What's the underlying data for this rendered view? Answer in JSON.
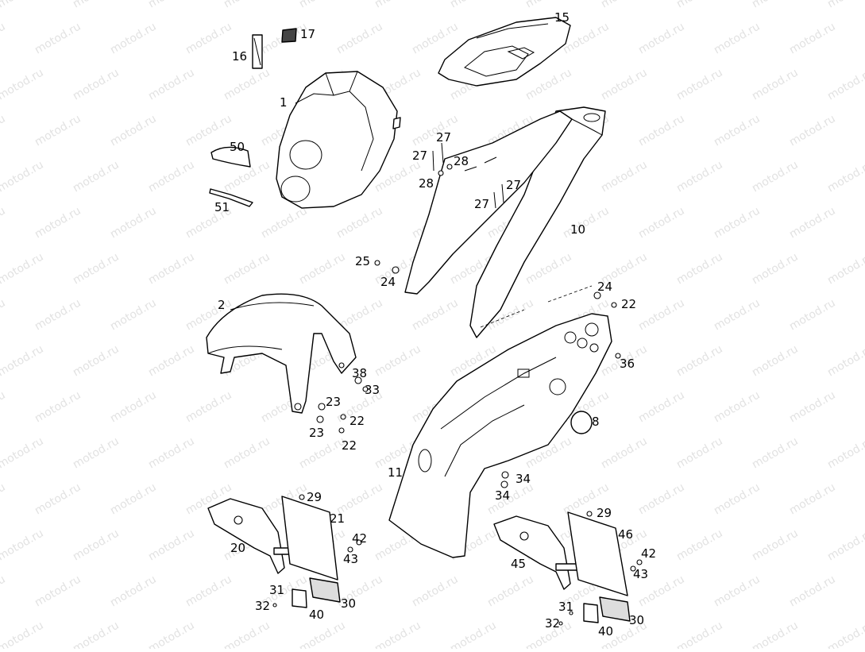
{
  "watermark": "motod.ru",
  "callouts": [
    {
      "id": "c1",
      "text": "1"
    },
    {
      "id": "c2",
      "text": "2"
    },
    {
      "id": "c8",
      "text": "8"
    },
    {
      "id": "c10",
      "text": "10"
    },
    {
      "id": "c11",
      "text": "11"
    },
    {
      "id": "c15",
      "text": "15"
    },
    {
      "id": "c16",
      "text": "16"
    },
    {
      "id": "c17",
      "text": "17"
    },
    {
      "id": "c20",
      "text": "20"
    },
    {
      "id": "c21",
      "text": "21"
    },
    {
      "id": "c22a",
      "text": "22"
    },
    {
      "id": "c22b",
      "text": "22"
    },
    {
      "id": "c22c",
      "text": "22"
    },
    {
      "id": "c23a",
      "text": "23"
    },
    {
      "id": "c23b",
      "text": "23"
    },
    {
      "id": "c24a",
      "text": "24"
    },
    {
      "id": "c24b",
      "text": "24"
    },
    {
      "id": "c25",
      "text": "25"
    },
    {
      "id": "c27a",
      "text": "27"
    },
    {
      "id": "c27b",
      "text": "27"
    },
    {
      "id": "c27c",
      "text": "27"
    },
    {
      "id": "c27d",
      "text": "27"
    },
    {
      "id": "c28a",
      "text": "28"
    },
    {
      "id": "c28b",
      "text": "28"
    },
    {
      "id": "c29a",
      "text": "29"
    },
    {
      "id": "c29b",
      "text": "29"
    },
    {
      "id": "c30a",
      "text": "30"
    },
    {
      "id": "c30b",
      "text": "30"
    },
    {
      "id": "c31a",
      "text": "31"
    },
    {
      "id": "c31b",
      "text": "31"
    },
    {
      "id": "c32a",
      "text": "32"
    },
    {
      "id": "c32b",
      "text": "32"
    },
    {
      "id": "c33",
      "text": "33"
    },
    {
      "id": "c34a",
      "text": "34"
    },
    {
      "id": "c34b",
      "text": "34"
    },
    {
      "id": "c36",
      "text": "36"
    },
    {
      "id": "c38",
      "text": "38"
    },
    {
      "id": "c40a",
      "text": "40"
    },
    {
      "id": "c40b",
      "text": "40"
    },
    {
      "id": "c42a",
      "text": "42"
    },
    {
      "id": "c42b",
      "text": "42"
    },
    {
      "id": "c43a",
      "text": "43"
    },
    {
      "id": "c43b",
      "text": "43"
    },
    {
      "id": "c45",
      "text": "45"
    },
    {
      "id": "c46",
      "text": "46"
    },
    {
      "id": "c50",
      "text": "50"
    },
    {
      "id": "c51",
      "text": "51"
    }
  ]
}
